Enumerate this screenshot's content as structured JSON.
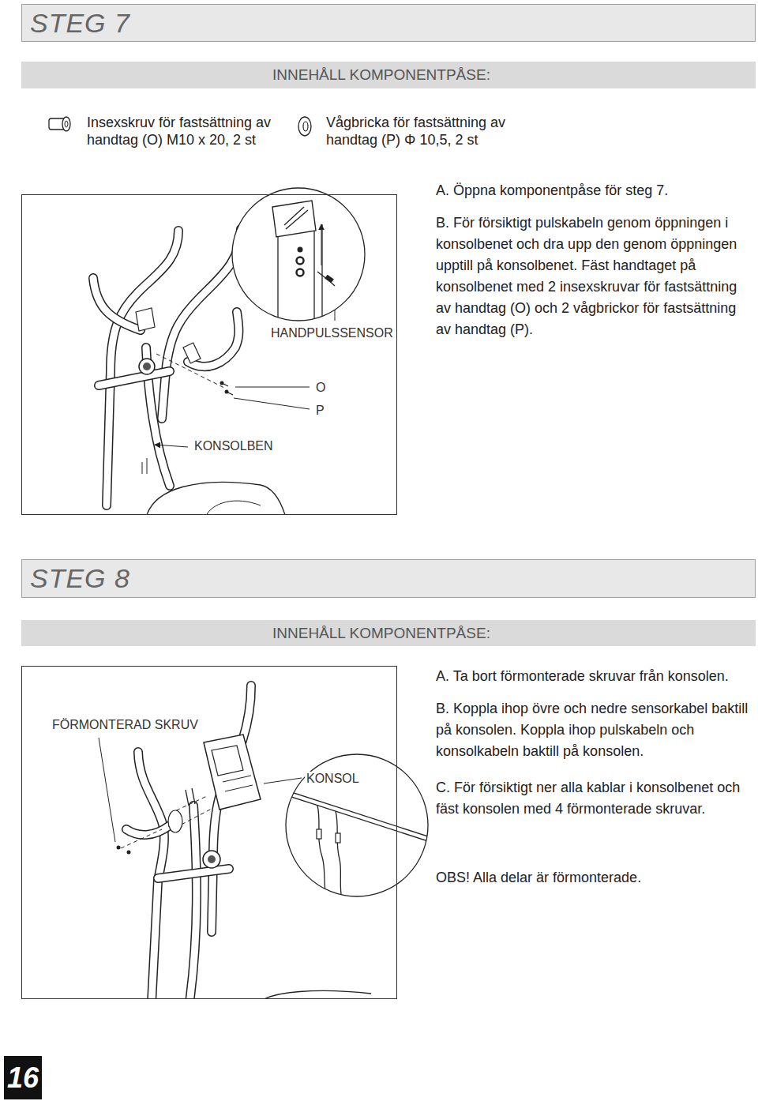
{
  "diagram": {
    "nodes": [
      {
        "text": [
          "STEG 7"
        ]
      },
      {
        "text": [
          "INNEHÅLL KOMPONENTPÅSE:"
        ]
      },
      {
        "text": [
          "HANDPULSSENSOR",
          "O",
          "P",
          "KONSOLBEN"
        ]
      },
      {
        "text": [
          "STEG 8"
        ]
      },
      {
        "text": [
          "INNEHÅLL KOMPONENTPÅSE:"
        ]
      },
      {
        "text": [
          "FÖRMONTERAD SKRUV",
          "KONSOL"
        ]
      },
      {
        "text": [
          "16"
        ]
      }
    ],
    "labels": [
      "Insexskruv för fastsättning av handtag (O) M10 x 20, 2 st",
      "Vågbricka för fastsättning av handtag (P) Φ 10,5, 2 st",
      "A. Öppna komponentpåse för steg 7.",
      "B. För försiktigt pulskabeln genom öppningen i konsolbenet och dra upp den genom öppningen upptill på konsolbenet. Fäst handtaget på konsolbenet med 2 insexskruvar för fastsättning av handtag (O) och 2 vågbrickor för fastsättning av handtag (P).",
      "A. Ta bort förmonterade skruvar från konsolen.",
      "B. Koppla ihop övre och nedre sensorkabel baktill på konsolen. Koppla ihop pulskabeln och konsolkabeln baktill på konsolen.",
      "C. För försiktigt ner alla kablar i konsolbenet och fäst konsolen med 4 förmonterade skruvar.",
      "OBS! Alla delar är förmonterade."
    ]
  }
}
